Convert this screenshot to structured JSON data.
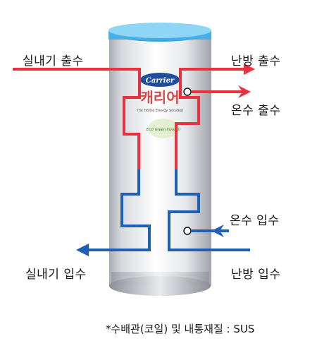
{
  "labels": {
    "indoor_out": "실내기 출수",
    "heating_out": "난방 출수",
    "hot_water_out": "온수 출수",
    "hot_water_in": "온수 입수",
    "indoor_in": "실내기 입수",
    "heating_in": "난방 입수"
  },
  "brand": {
    "logo_text": "Carrier",
    "korean_name": "캐리어",
    "tagline": "The Home Energy Solution",
    "eco_badge": "ECO Green Inverter"
  },
  "footnote": "*수배관(코일) 및 내통재질 : SUS",
  "colors": {
    "hot_pipe": "#e8323f",
    "cold_pipe": "#1e5fb8",
    "lid": "#4fb3e8",
    "brand_logo": "#1f4e9c",
    "korean_name": "#d42a2a"
  }
}
